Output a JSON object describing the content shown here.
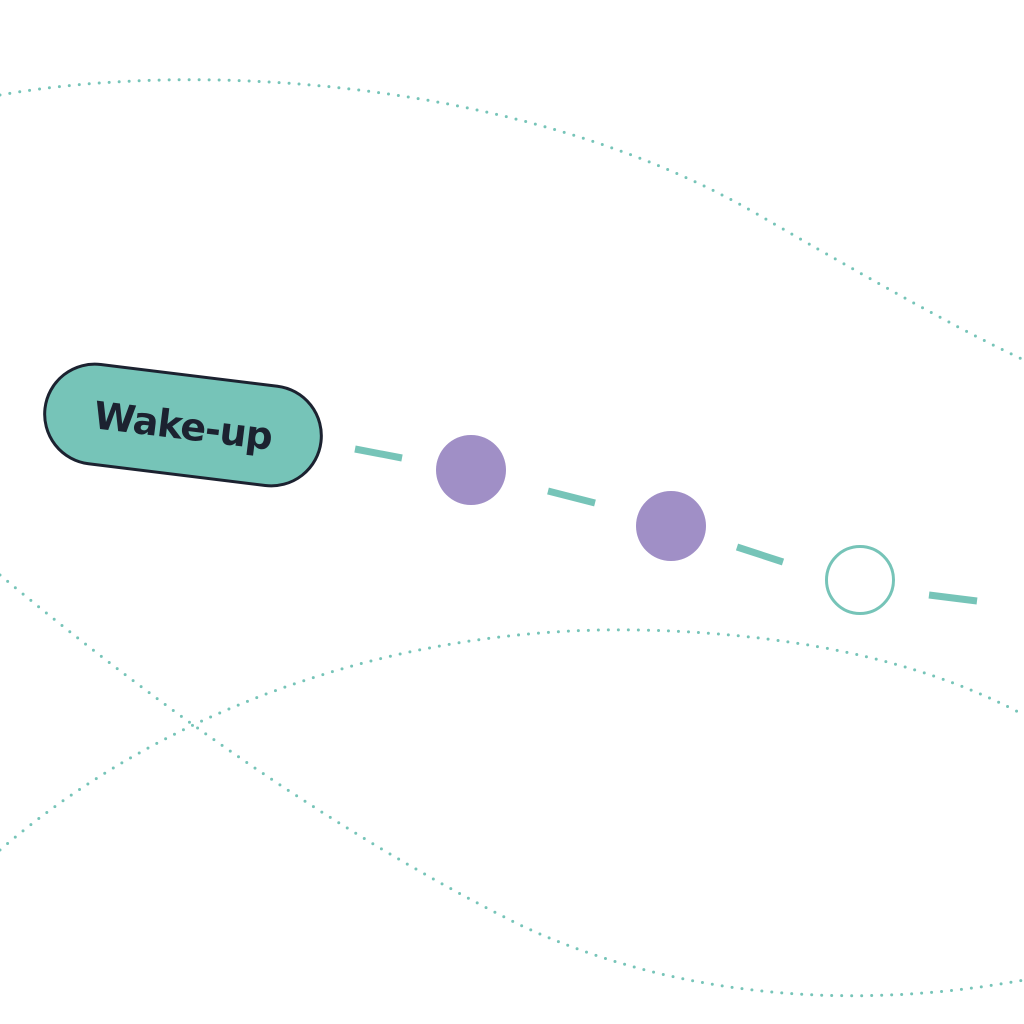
{
  "label": {
    "text": "Wake-up"
  },
  "steps": [
    {
      "state": "filled"
    },
    {
      "state": "filled"
    },
    {
      "state": "empty"
    }
  ],
  "colors": {
    "teal": "#76c4b8",
    "purple": "#a08fc6",
    "outline": "#1c2230",
    "background": "#ffffff"
  }
}
